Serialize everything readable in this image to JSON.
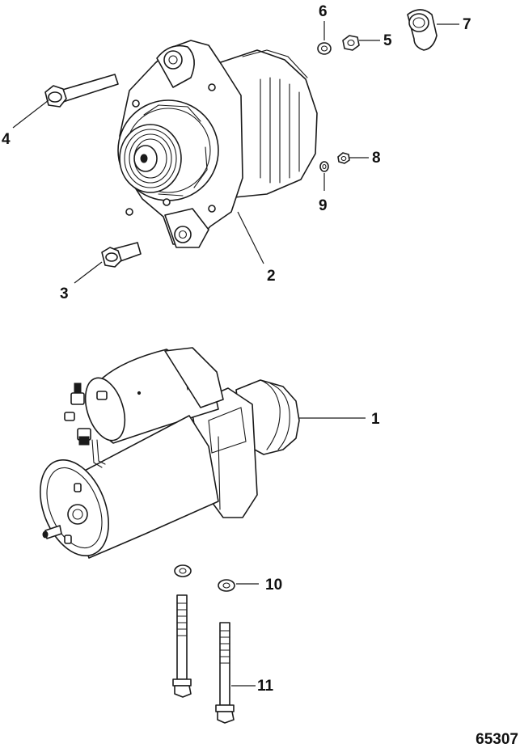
{
  "callouts": {
    "c1": "1",
    "c2": "2",
    "c3": "3",
    "c4": "4",
    "c5": "5",
    "c6": "6",
    "c7": "7",
    "c8": "8",
    "c9": "9",
    "c10": "10",
    "c11": "11"
  },
  "reference_number": "65307"
}
